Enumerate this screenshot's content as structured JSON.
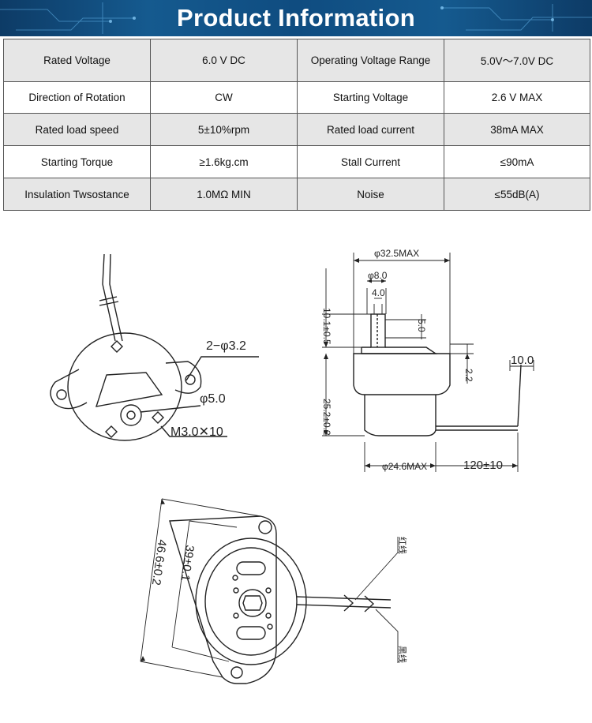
{
  "header": {
    "title": "Product Information"
  },
  "specs": [
    [
      "Rated Voltage",
      "6.0 V DC",
      "Operating Voltage Range",
      "5.0V～7.0V DC"
    ],
    [
      "Direction of Rotation",
      "CW",
      "Starting Voltage",
      "2.6 V MAX"
    ],
    [
      "Rated load speed",
      "5±10%rpm",
      "Rated load current",
      "38mA MAX"
    ],
    [
      "Starting Torque",
      "≥1.6kg.cm",
      "Stall Current",
      "≤90mA"
    ],
    [
      "Insulation Twsostance",
      "1.0MΩ MIN",
      "Noise",
      "≤55dB(A)"
    ]
  ],
  "drawing_labels": {
    "holes": "2−φ3.2",
    "shaft_dia": "φ5.0",
    "screw": "M3.0✕10",
    "body_max": "φ32.5MAX",
    "shaft_flat": "φ8.0",
    "shaft_width": "4.0",
    "shaft_height": "10.1±0.5",
    "key_len": "5.0",
    "flange": "2.2",
    "body_height": "25.2±0.2",
    "lead_end": "10.0",
    "base_max": "φ24.6MAX",
    "lead_len": "120±10",
    "mount_span": "46.6±0.2",
    "hole_span": "39±0.1",
    "wire_red": "红线",
    "wire_black": "黑线"
  }
}
